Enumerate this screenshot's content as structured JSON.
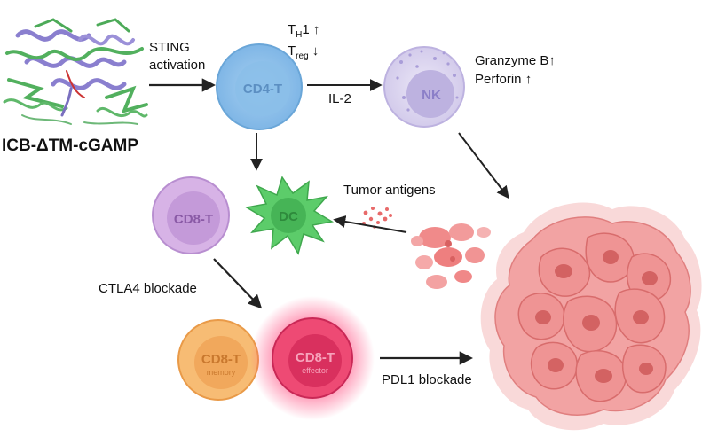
{
  "protein": {
    "label": "ICB-ΔTM-cGAMP"
  },
  "arrows": {
    "sting_line1": "STING",
    "sting_line2": "activation",
    "il2": "IL-2",
    "ctla4": "CTLA4 blockade",
    "pdl1": "PDL1 blockade",
    "tumor_antigens": "Tumor antigens"
  },
  "annotations": {
    "th1_main": "T",
    "th1_sub": "H",
    "th1_rest": "1 ↑",
    "treg_main": "T",
    "treg_sub": "reg",
    "treg_rest": " ↓",
    "granzyme": "Granzyme B↑",
    "perforin": "Perforin ↑"
  },
  "cells": {
    "cd4": "CD4-T",
    "nk": "NK",
    "dc": "DC",
    "cd8": "CD8-T",
    "cd8_memory": "CD8-T",
    "cd8_memory_sub": "memory",
    "cd8_effector": "CD8-T",
    "cd8_effector_sub": "effector"
  },
  "colors": {
    "cd4": "#8fc3ec",
    "nk": "#d9d3ee",
    "dc": "#4cc25c",
    "cd8": "#c9a0dc",
    "memory": "#f4ac5c",
    "effector": "#e23c64",
    "tumor": "#ef9a9a"
  }
}
